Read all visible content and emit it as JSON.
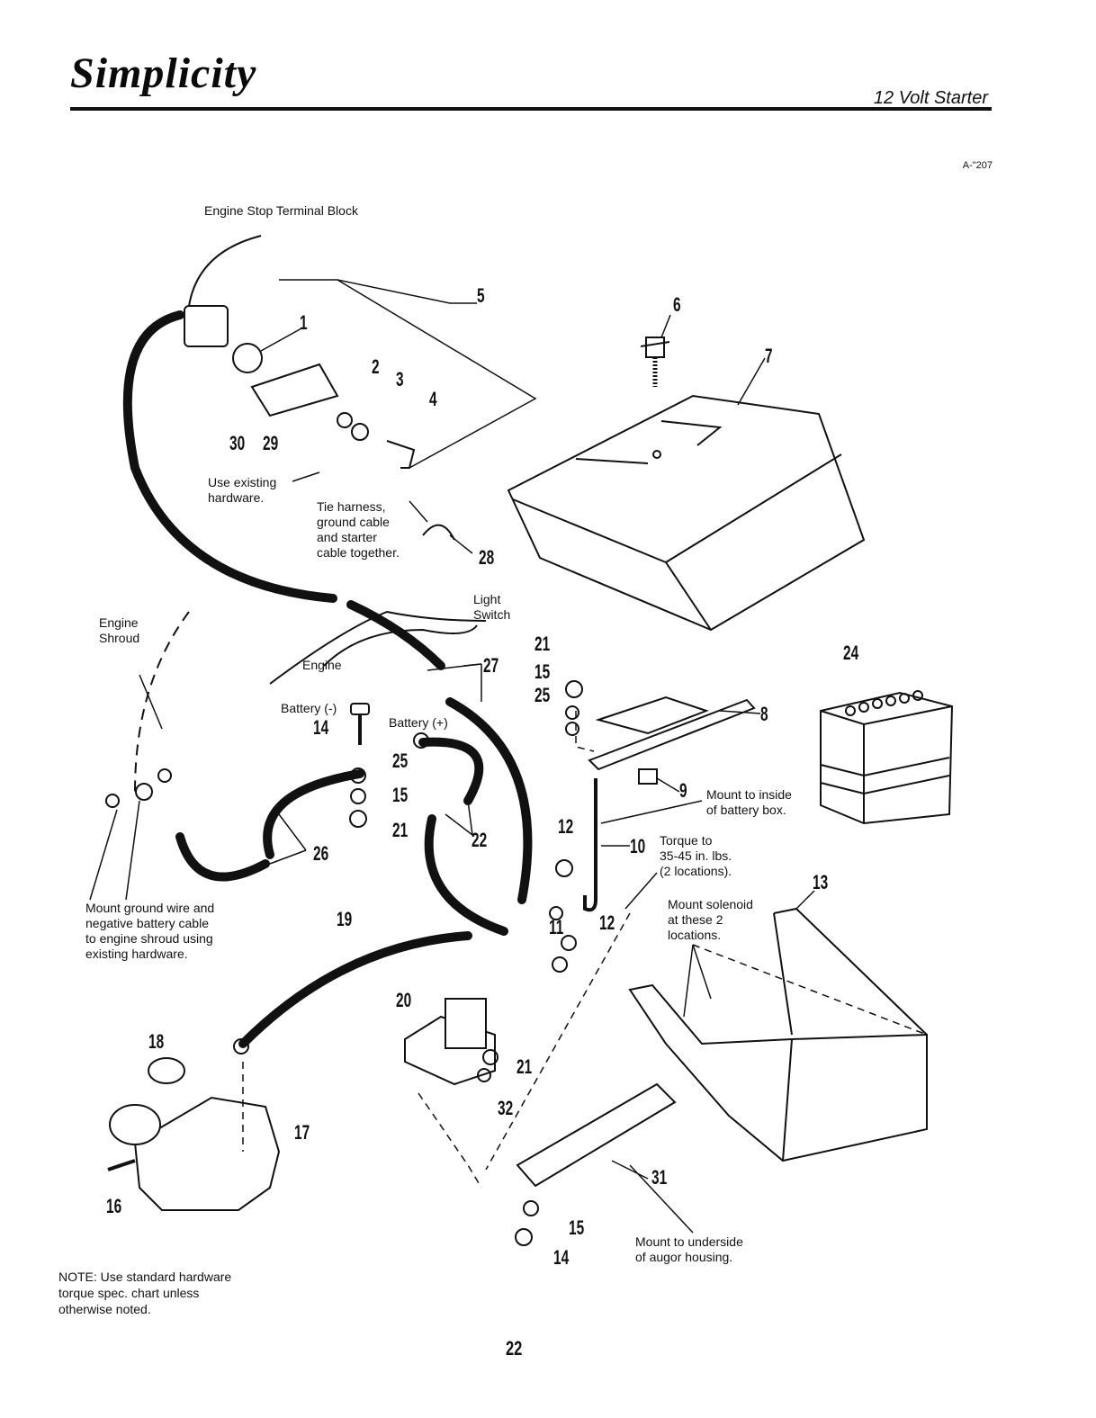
{
  "header": {
    "brand": "Simplicity",
    "section_title": "12 Volt Starter",
    "reference": "A-\"207"
  },
  "labels": {
    "engine_stop_terminal_block": "Engine Stop Terminal Block",
    "use_existing_hardware": "Use existing\nhardware.",
    "tie_harness": "Tie harness,\nground cable\nand starter\ncable together.",
    "light_switch": "Light\nSwitch",
    "engine_shroud": "Engine\nShroud",
    "engine": "Engine",
    "battery_neg": "Battery (-)",
    "battery_pos": "Battery (+)",
    "mount_inside_battery_box": "Mount to inside\nof battery box.",
    "torque": "Torque to\n35-45 in. lbs.\n(2 locations).",
    "mount_solenoid": "Mount solenoid\nat these 2\nlocations.",
    "mount_ground_wire": "Mount ground wire and\nnegative battery cable\nto engine shroud using\nexisting hardware.",
    "mount_underside_auger": "Mount to underside\nof augor housing."
  },
  "callouts": {
    "n1": "1",
    "n2": "2",
    "n3": "3",
    "n4": "4",
    "n5": "5",
    "n6": "6",
    "n7": "7",
    "n8": "8",
    "n9": "9",
    "n10": "10",
    "n11": "11",
    "n12a": "12",
    "n12b": "12",
    "n13": "13",
    "n14a": "14",
    "n14b": "14",
    "n15a": "15",
    "n15b": "15",
    "n15c": "15",
    "n16": "16",
    "n17": "17",
    "n18": "18",
    "n19": "19",
    "n20": "20",
    "n21a": "21",
    "n21b": "21",
    "n21c": "21",
    "n22": "22",
    "n24": "24",
    "n25a": "25",
    "n25b": "25",
    "n26": "26",
    "n27": "27",
    "n28": "28",
    "n29": "29",
    "n30": "30",
    "n31": "31",
    "n32": "32"
  },
  "note": "NOTE: Use standard hardware\ntorque spec. chart unless\notherwise noted.",
  "page_number": "22"
}
